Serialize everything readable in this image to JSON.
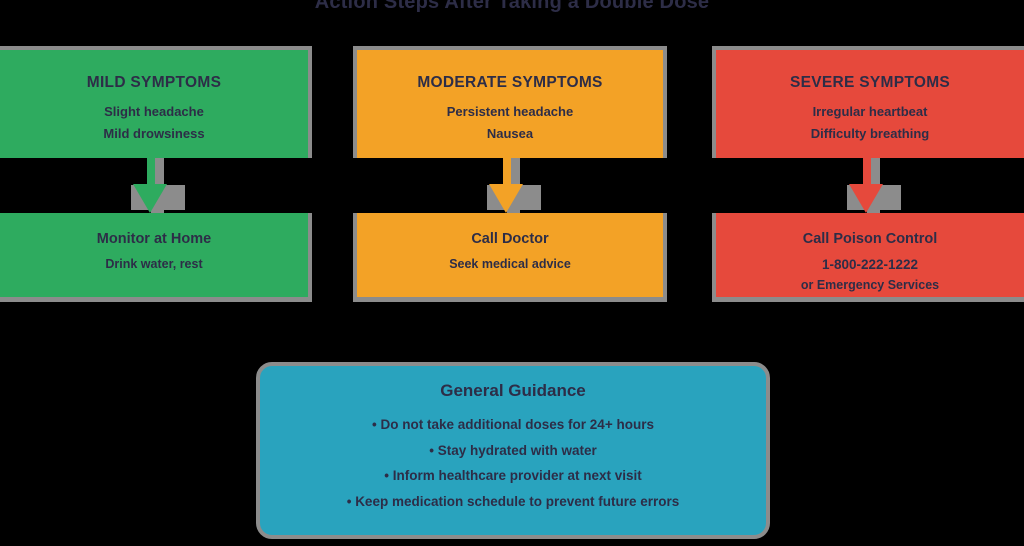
{
  "title": {
    "text": "Action Steps After Taking a Double Dose"
  },
  "columns": [
    {
      "severity": "mild",
      "color": "#2eab5f",
      "symptoms": {
        "heading": "MILD SYMPTOMS",
        "lines": [
          "Slight headache",
          "Mild drowsiness"
        ]
      },
      "action": {
        "heading": "Monitor at Home",
        "lines": [
          "Drink water, rest"
        ]
      }
    },
    {
      "severity": "moderate",
      "color": "#f3a226",
      "symptoms": {
        "heading": "MODERATE SYMPTOMS",
        "lines": [
          "Persistent headache",
          "Nausea"
        ]
      },
      "action": {
        "heading": "Call Doctor",
        "lines": [
          "Seek medical advice"
        ]
      }
    },
    {
      "severity": "severe",
      "color": "#e6493c",
      "symptoms": {
        "heading": "SEVERE SYMPTOMS",
        "lines": [
          "Irregular heartbeat",
          "Difficulty breathing"
        ]
      },
      "action": {
        "heading": "Call Poison Control",
        "lines": [
          "1-800-222-1222",
          "or Emergency Services"
        ]
      }
    }
  ],
  "guidance": {
    "heading": "General Guidance",
    "color": "#29a3be",
    "items": [
      "Do not take additional doses for 24+ hours",
      "Stay hydrated with water",
      "Inform healthcare provider at next visit",
      "Keep medication schedule to prevent future errors"
    ]
  },
  "colors": {
    "background": "#000000",
    "mild_green": "#2eab5f",
    "moderate_orange": "#f3a226",
    "severe_red": "#e6493c",
    "guidance_teal": "#29a3be",
    "connector_gray": "#8c8c8c",
    "text_navy": "#2d2d47"
  }
}
